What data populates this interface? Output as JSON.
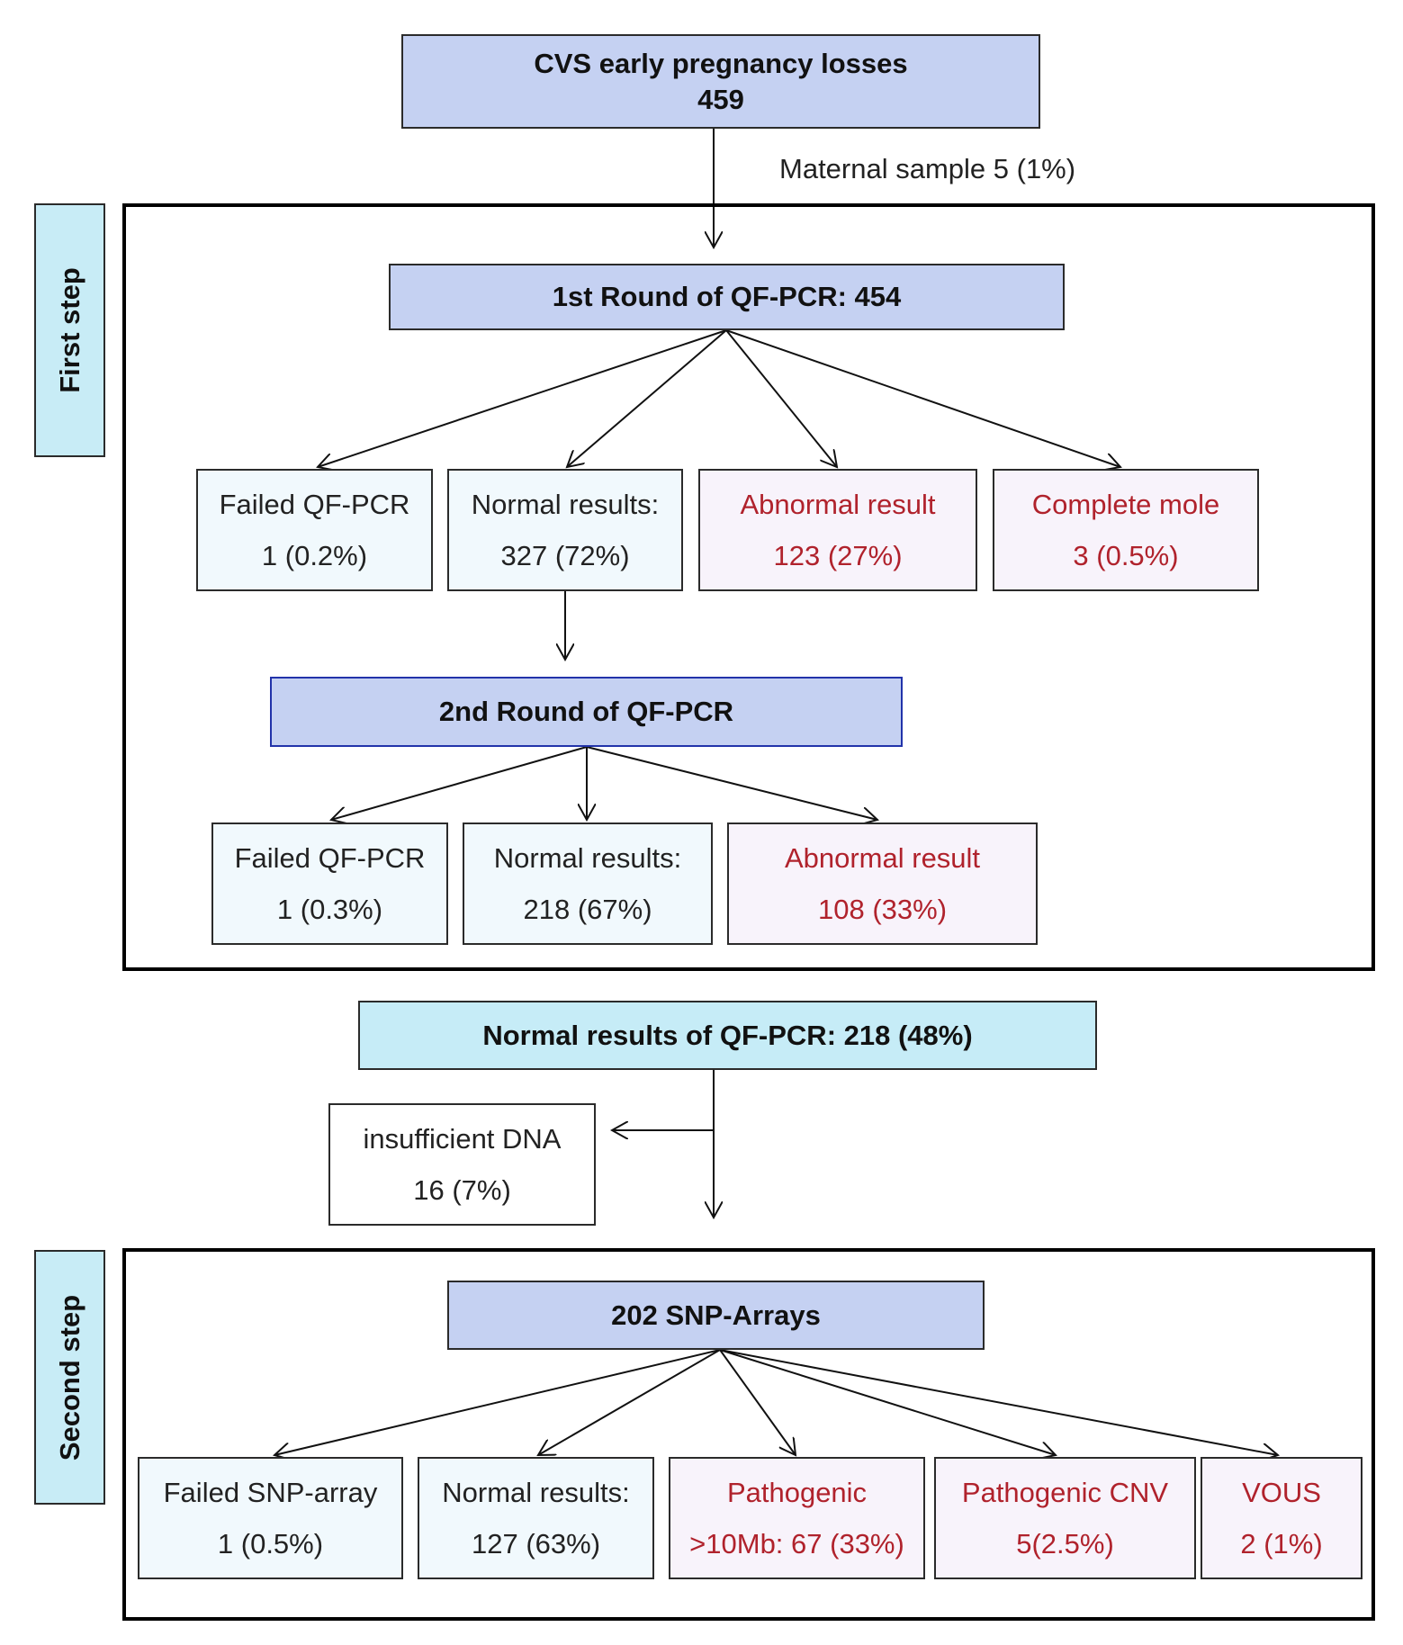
{
  "top": {
    "title": "CVS early pregnancy losses",
    "count": "459"
  },
  "maternal_note": "Maternal sample  5 (1%)",
  "first_step": {
    "label": "First step",
    "round1": "1st Round of QF-PCR: 454",
    "round1_results": [
      {
        "line1": "Failed QF-PCR",
        "line2": "1 (0.2%)"
      },
      {
        "line1": "Normal results:",
        "line2": "327 (72%)"
      },
      {
        "line1": "Abnormal result",
        "line2": "123 (27%)"
      },
      {
        "line1": "Complete mole",
        "line2": "3 (0.5%)"
      }
    ],
    "round2": "2nd Round of QF-PCR",
    "round2_results": [
      {
        "line1": "Failed QF-PCR",
        "line2": "1 (0.3%)"
      },
      {
        "line1": "Normal results:",
        "line2": "218 (67%)"
      },
      {
        "line1": "Abnormal result",
        "line2": "108 (33%)"
      }
    ]
  },
  "normal_summary": "Normal results of QF-PCR: 218 (48%)",
  "insufficient": {
    "line1": "insufficient DNA",
    "line2": "16 (7%)"
  },
  "second_step": {
    "label": "Second step",
    "arrays": "202 SNP-Arrays",
    "results": [
      {
        "line1": "Failed SNP-array",
        "line2": "1 (0.5%)"
      },
      {
        "line1": "Normal results:",
        "line2": "127 (63%)"
      },
      {
        "line1": "Pathogenic",
        "line2": ">10Mb: 67 (33%)"
      },
      {
        "line1": "Pathogenic CNV",
        "line2": "5(2.5%)"
      },
      {
        "line1": "VOUS",
        "line2": "2 (1%)"
      }
    ]
  },
  "colors": {
    "header_fill": "#c5d1f2",
    "summary_fill": "#c6ecf7",
    "normal_fill": "#f1f9fd",
    "abnormal_fill": "#f8f3fb",
    "abnormal_text": "#b0222c"
  }
}
